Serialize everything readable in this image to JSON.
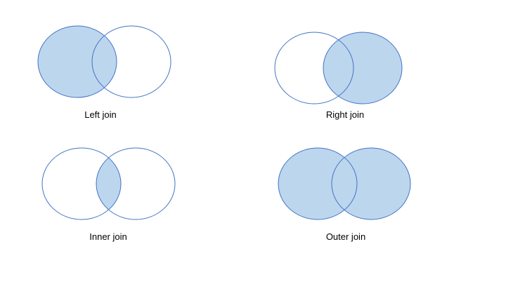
{
  "colors": {
    "fill": "#bcd6ee",
    "stroke": "#4472c4",
    "background": "#ffffff"
  },
  "diagrams": [
    {
      "label": "Left join",
      "highlight": "left"
    },
    {
      "label": "Right join",
      "highlight": "right"
    },
    {
      "label": "Inner join",
      "highlight": "intersection"
    },
    {
      "label": "Outer join",
      "highlight": "both"
    }
  ]
}
